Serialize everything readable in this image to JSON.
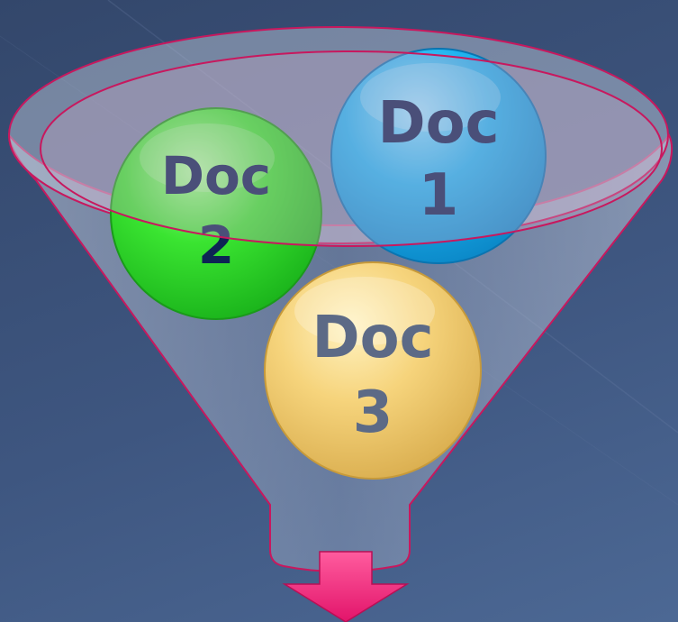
{
  "docs": [
    {
      "line1": "Doc",
      "line2": "1",
      "fill": "#12b0ee",
      "text_color": "#0d2454"
    },
    {
      "line1": "Doc",
      "line2": "2",
      "fill": "#2ee02a",
      "text_color": "#0d2454"
    },
    {
      "line1": "Doc",
      "line2": "3",
      "fill": "#f4d37a",
      "text_color": "#5c6a86"
    }
  ],
  "colors": {
    "background": "#3a5079",
    "funnel_outline": "#c8185e",
    "arrow": "#f2247a"
  }
}
